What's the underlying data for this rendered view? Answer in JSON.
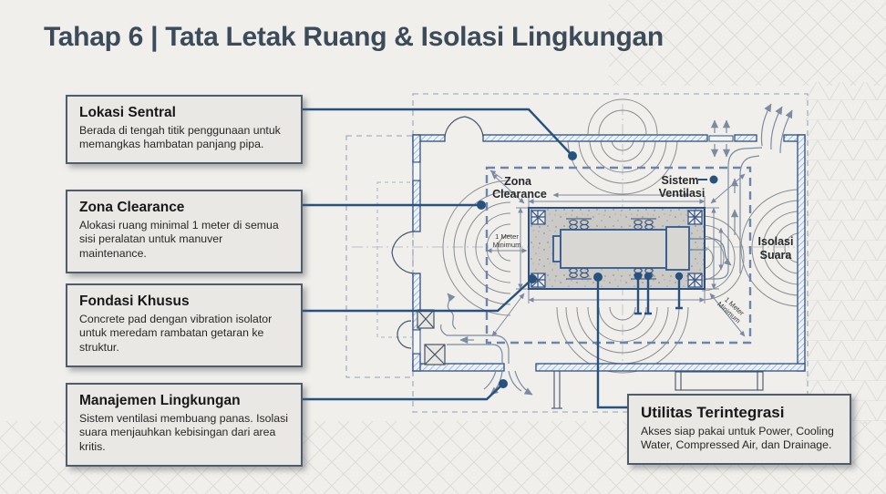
{
  "slide": {
    "title": "Tahap 6 | Tata Letak Ruang & Isolasi Lingkungan"
  },
  "callouts": [
    {
      "title": "Lokasi Sentral",
      "body": "Berada di tengah titik penggunaan untuk memangkas hambatan panjang pipa."
    },
    {
      "title": "Zona Clearance",
      "body": "Alokasi ruang minimal 1 meter di semua sisi peralatan untuk manuver maintenance."
    },
    {
      "title": "Fondasi Khusus",
      "body": "Concrete pad dengan vibration isolator untuk meredam rambatan getaran ke struktur."
    },
    {
      "title": "Manajemen Lingkungan",
      "body": "Sistem ventilasi membuang panas. Isolasi suara menjauhkan kebisingan dari area kritis."
    }
  ],
  "utility_callout": {
    "title": "Utilitas Terintegrasi",
    "body": "Akses siap pakai untuk Power, Cooling Water, Compressed Air, dan Drainage."
  },
  "diagram": {
    "labels": {
      "zona_line1": "Zona",
      "zona_line2": "Clearance",
      "ventilasi_line1": "Sistem",
      "ventilasi_line2": "Ventilasi",
      "isolasi_line1": "Isolasi",
      "isolasi_line2": "Suara",
      "meter_line1": "1 Meter",
      "meter_line2": "Minimum"
    }
  },
  "colors": {
    "background": "#f0efeb",
    "title_text": "#3c4b59",
    "callout_bg": "#e9e8e4",
    "callout_border": "#4f5d6a",
    "connector_blue": "#27517f",
    "wall_blue": "#2d5183",
    "clearance_dash": "#6b85ab",
    "sound_arc_gray": "#8a8d90",
    "pad_gray": "#cbcac6"
  }
}
